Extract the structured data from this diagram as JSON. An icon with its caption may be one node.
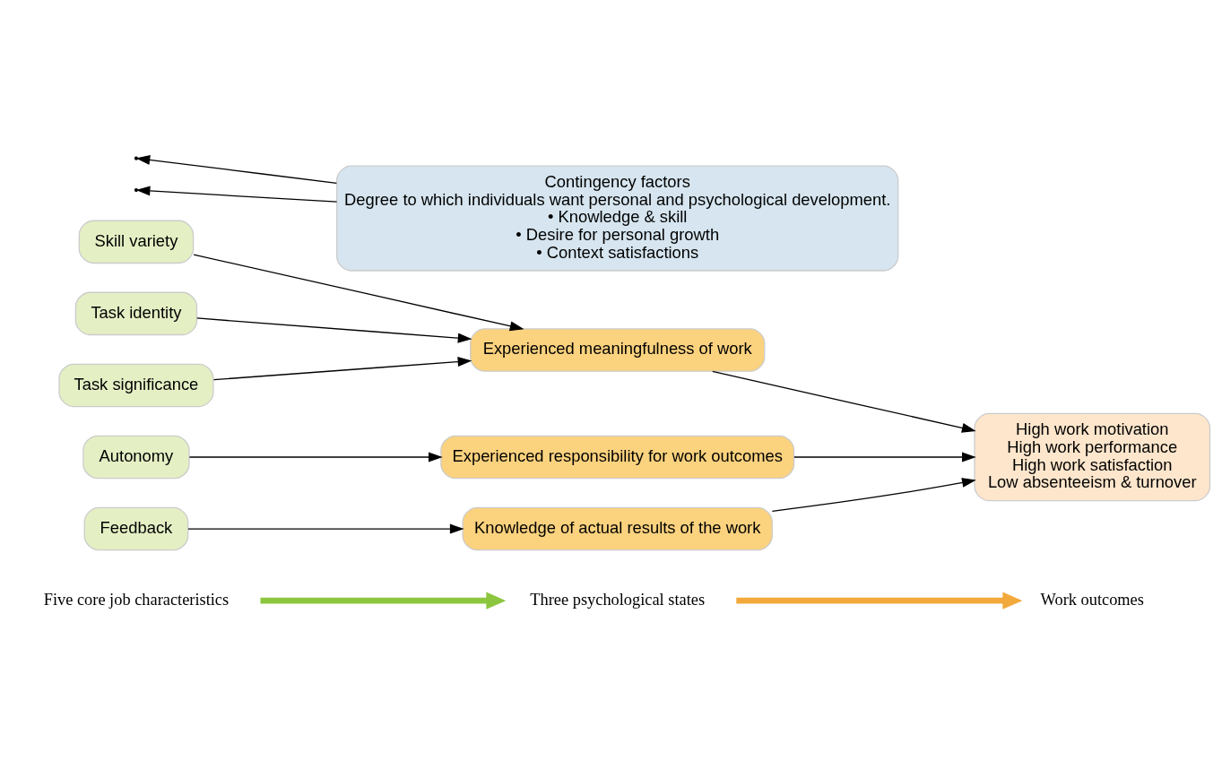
{
  "diagram": {
    "nodes": [
      {
        "text": [
          "Five core job characteristics"
        ]
      },
      {
        "text": [
          "Three psychological states"
        ]
      },
      {
        "text": [
          "Work outcomes"
        ]
      },
      {
        "text": [
          "Skill variety"
        ]
      },
      {
        "text": [
          "Task identity"
        ]
      },
      {
        "text": [
          "Task significance"
        ]
      },
      {
        "text": [
          "Autonomy"
        ]
      },
      {
        "text": [
          "Feedback"
        ]
      },
      {
        "text": [
          "Experienced meaningfulness of work"
        ]
      },
      {
        "text": [
          "Experienced responsibility for work outcomes"
        ]
      },
      {
        "text": [
          "Knowledge of actual results of the work"
        ]
      },
      {
        "text": [
          "High work motivation",
          "High work performance",
          "High work satisfaction",
          "Low absenteeism & turnover"
        ]
      },
      {
        "text": [
          "Contingency factors",
          "Degree to which individuals want personal and psychological development.",
          "• Knowledge & skill",
          "• Desire for personal growth",
          "• Context satisfactions"
        ]
      }
    ],
    "edges": [
      {
        "from": 0,
        "to": 1,
        "arrow": "to",
        "style": "thick",
        "color": "#8cc63f"
      },
      {
        "from": 1,
        "to": 2,
        "arrow": "to",
        "style": "thick",
        "color": "#f2a93b"
      },
      {
        "from": 3,
        "to": 8,
        "arrow": "to"
      },
      {
        "from": 4,
        "to": 8,
        "arrow": "to"
      },
      {
        "from": 5,
        "to": 8,
        "arrow": "to"
      },
      {
        "from": 6,
        "to": 9,
        "arrow": "to"
      },
      {
        "from": 7,
        "to": 10,
        "arrow": "to"
      },
      {
        "from": 8,
        "to": 11,
        "arrow": "to"
      },
      {
        "from": 9,
        "to": 11,
        "arrow": "to"
      },
      {
        "from": 10,
        "to": 11,
        "arrow": "to"
      },
      {
        "from": 12,
        "to": null,
        "arrow": "to"
      },
      {
        "from": 12,
        "to": null,
        "arrow": "to"
      }
    ]
  }
}
